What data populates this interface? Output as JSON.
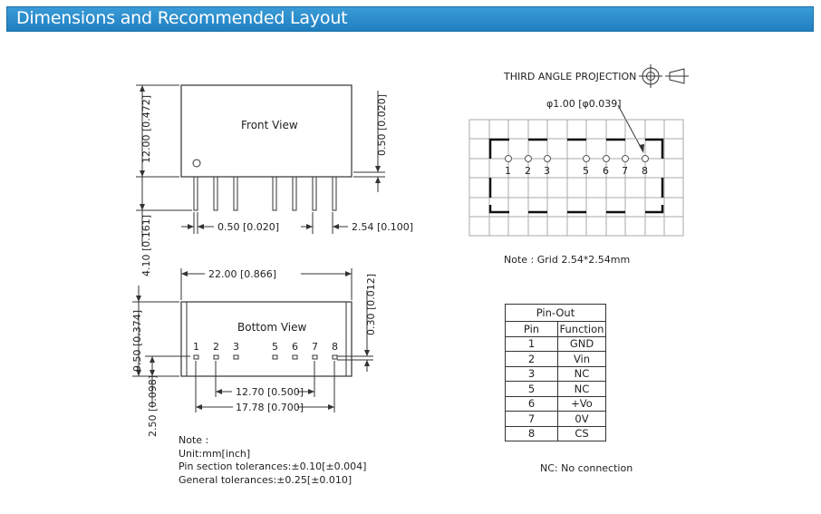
{
  "header": {
    "title": "Dimensions and Recommended Layout",
    "color": "#2a8ccf"
  },
  "front": {
    "view_label": "Front View",
    "dim_height": "12.00 [0.472]",
    "dim_pin_thick": "0.50 [0.020]",
    "dim_pin_len": "4.10 [0.161]",
    "dim_pin_width": "0.50 [0.020]",
    "dim_pitch": "2.54 [0.100]"
  },
  "bottom": {
    "view_label": "Bottom View",
    "dim_length": "22.00 [0.866]",
    "dim_width": "9.50 [0.374]",
    "dim_offset_right": "0.30 [0.012]",
    "dim_offset_bottom": "2.50 [0.098]",
    "dim_span_a": "12.70 [0.500]",
    "dim_span_b": "17.78 [0.700]",
    "pins": [
      "1",
      "2",
      "3",
      "5",
      "6",
      "7",
      "8"
    ]
  },
  "layout": {
    "projection_label": "THIRD ANGLE PROJECTION",
    "hole_label": "φ1.00 [φ0.039]",
    "pins": [
      "1",
      "2",
      "3",
      "5",
      "6",
      "7",
      "8"
    ],
    "grid_note": "Note : Grid 2.54*2.54mm"
  },
  "notes": {
    "title": "Note :",
    "line1": "Unit:mm[inch]",
    "line2": "Pin section tolerances:±0.10[±0.004]",
    "line3": "General tolerances:±0.25[±0.010]"
  },
  "pinout": {
    "title": "Pin-Out",
    "col_pin": "Pin",
    "col_function": "Function",
    "rows": [
      {
        "pin": "1",
        "function": "GND"
      },
      {
        "pin": "2",
        "function": "Vin"
      },
      {
        "pin": "3",
        "function": "NC"
      },
      {
        "pin": "5",
        "function": "NC"
      },
      {
        "pin": "6",
        "function": "+Vo"
      },
      {
        "pin": "7",
        "function": "0V"
      },
      {
        "pin": "8",
        "function": "CS"
      }
    ]
  },
  "nc_note": "NC: No connection"
}
